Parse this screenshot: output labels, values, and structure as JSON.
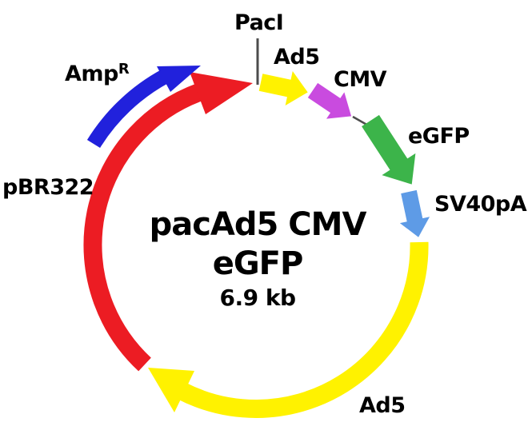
{
  "plasmid": {
    "title_line1": "pacAd5 CMV",
    "title_line2": "eGFP",
    "size_label": "6.9 kb"
  },
  "labels": {
    "paci": "PacI",
    "ad5_top": "Ad5",
    "cmv": "CMV",
    "egfp": "eGFP",
    "sv40pa": "SV40pA",
    "ad5_bottom": "Ad5",
    "pbr322": "pBR322",
    "amp_base": "Amp",
    "amp_superscript": "R"
  },
  "colors": {
    "backbone_red": "#EC1C23",
    "ad5_yellow": "#FFF200",
    "amp_blue": "#2121DC",
    "cmv_magenta": "#C94BDF",
    "egfp_green": "#3CB44A",
    "sv40pa_blue": "#5E9BE6",
    "connector_gray": "#4D4D4D",
    "text_black": "#000000"
  },
  "features": [
    {
      "label": "pBR322",
      "color": "#EC1C23",
      "shape": "arc-arrow",
      "direction": "clockwise"
    },
    {
      "label": "Amp R",
      "color": "#2121DC",
      "shape": "arc-arrow",
      "direction": "clockwise",
      "position": "outside-ring"
    },
    {
      "label": "PacI",
      "color": "#4D4D4D",
      "shape": "tick-site",
      "position": "top"
    },
    {
      "label": "Ad5",
      "color": "#FFF200",
      "shape": "block-arrow",
      "direction": "clockwise"
    },
    {
      "label": "CMV",
      "color": "#C94BDF",
      "shape": "block-arrow",
      "direction": "clockwise"
    },
    {
      "label": "eGFP",
      "color": "#3CB44A",
      "shape": "block-arrow",
      "direction": "clockwise"
    },
    {
      "label": "SV40pA",
      "color": "#5E9BE6",
      "shape": "block-arrow",
      "direction": "clockwise"
    },
    {
      "label": "Ad5",
      "color": "#FFF200",
      "shape": "arc-arrow",
      "direction": "clockwise"
    }
  ]
}
